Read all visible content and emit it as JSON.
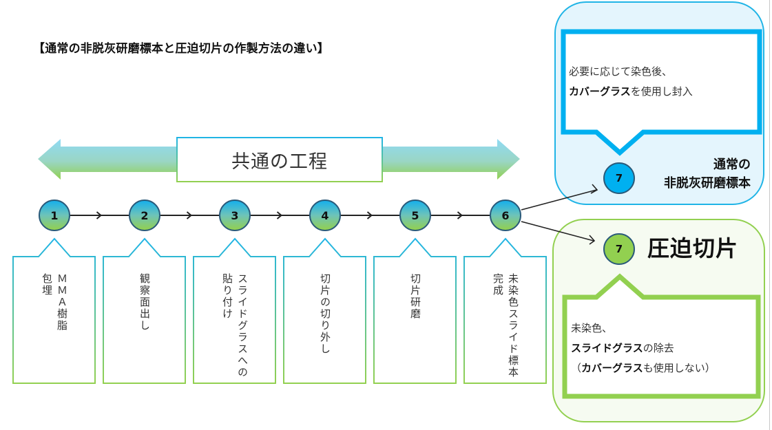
{
  "title": "【通常の非脱灰研磨標本と圧迫切片の作製方法の違い】",
  "common_label": "共通の工程",
  "steps": [
    {
      "number": "1",
      "text_lines": [
        "ＭＭＡ樹脂",
        "包埋"
      ]
    },
    {
      "number": "2",
      "text_lines": [
        "観察面出し"
      ]
    },
    {
      "number": "3",
      "text_lines": [
        "スライドグラスへの",
        "貼り付け"
      ]
    },
    {
      "number": "4",
      "text_lines": [
        "切片の切り外し"
      ]
    },
    {
      "number": "5",
      "text_lines": [
        "切片研磨"
      ]
    },
    {
      "number": "6",
      "text_lines": [
        "未染色スライド標本",
        "完成"
      ]
    }
  ],
  "normal": {
    "number": "7",
    "label_line1": "通常の",
    "label_line2": "非脱灰研磨標本",
    "note_line1": "必要に応じて染色後、",
    "note_line2_bold": "カバーグラス",
    "note_line2_rest": "を使用し封入",
    "color": "#00b0f0"
  },
  "pressed": {
    "number": "7",
    "label": "圧迫切片",
    "note_line1": "未染色、",
    "note_line2_bold": "スライドグラス",
    "note_line2_rest": "の除去",
    "note_line3_open": "（",
    "note_line3_bold": "カバーグラス",
    "note_line3_rest": "も使用しない）",
    "color": "#92d050"
  },
  "colors": {
    "blue": "#1fb4e6",
    "green": "#92d050",
    "text": "#333333"
  }
}
